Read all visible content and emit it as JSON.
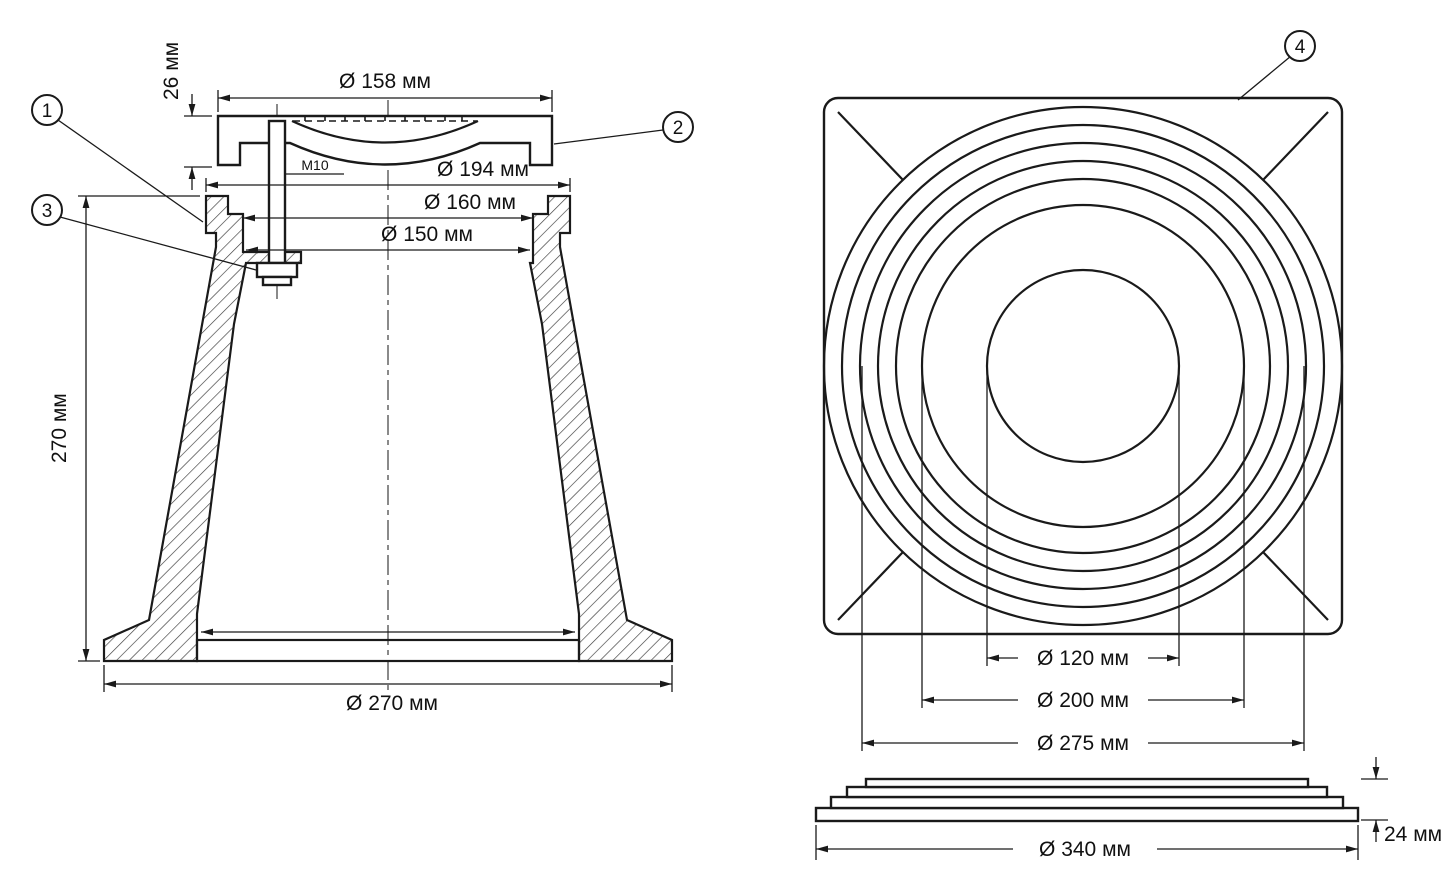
{
  "section": {
    "cap_diameter": "Ø 158 мм",
    "cap_height": "26 мм",
    "thread": "M10",
    "rim_diameter": "Ø 194 мм",
    "step_diameter": "Ø 160 мм",
    "inner_diameter": "Ø 150 мм",
    "height": "270 мм",
    "base_diameter": "Ø 270 мм"
  },
  "top": {
    "hole_diameter": "Ø 120 мм",
    "groove_diameter": "Ø 200 мм",
    "ring_diameter": "Ø 275 мм"
  },
  "profile": {
    "plate_diameter": "Ø 340 мм",
    "thickness": "24 мм"
  },
  "callouts": {
    "c1": "1",
    "c2": "2",
    "c3": "3",
    "c4": "4"
  }
}
